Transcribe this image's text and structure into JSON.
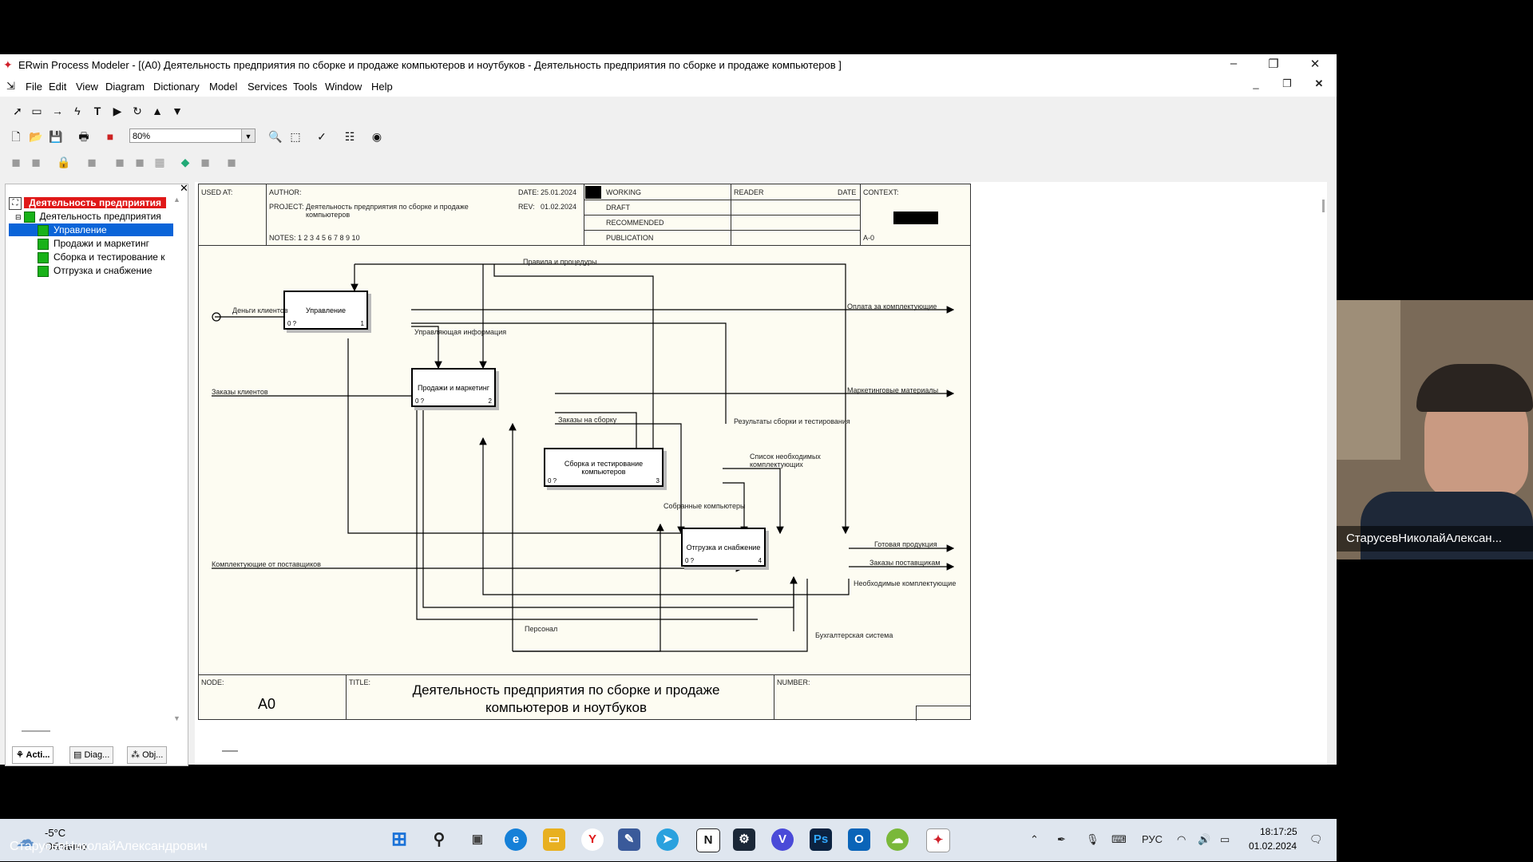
{
  "window": {
    "title": "ERwin Process Modeler - [(A0) Деятельность предприятия по сборке и продаже компьютеров и ноутбуков - Деятельность предприятия по сборке и продаже компьютеров ]"
  },
  "menu": [
    "File",
    "Edit",
    "View",
    "Diagram",
    "Dictionary",
    "Model",
    "Services",
    "Tools",
    "Window",
    "Help"
  ],
  "toolbar": {
    "zoom_value": "80%"
  },
  "tree": {
    "root": "Деятельность предприятия",
    "child": "Деятельность предприятия",
    "items": [
      "Управление",
      "Продажи и маркетинг",
      "Сборка и тестирование к",
      "Отгрузка и снабжение"
    ]
  },
  "panel_tabs": [
    "Acti...",
    "Diag...",
    "Obj..."
  ],
  "header": {
    "used_at": "USED AT:",
    "author": "AUTHOR:",
    "project_label": "PROJECT:",
    "project_value": "Деятельность предприятия по сборке и продаже компьютеров",
    "notes": "NOTES:  1  2  3  4  5  6  7  8  9  10",
    "date_label": "DATE:",
    "date_value": "25.01.2024",
    "rev_label": "REV:",
    "rev_value": "01.02.2024",
    "working": "WORKING",
    "draft": "DRAFT",
    "recommended": "RECOMMENDED",
    "publication": "PUBLICATION",
    "reader": "READER",
    "date2": "DATE",
    "context": "CONTEXT:",
    "context_node": "A-0"
  },
  "boxes": [
    {
      "label": "Управление",
      "cost": "0 ?",
      "num": "1"
    },
    {
      "label": "Продажи и маркетинг",
      "cost": "0 ?",
      "num": "2"
    },
    {
      "label": "Сборка и тестирование компьютеров",
      "cost": "0 ?",
      "num": "3"
    },
    {
      "label": "Отгрузка и снабжение",
      "cost": "0 ?",
      "num": "4"
    }
  ],
  "arrows": {
    "rules": "Правила и процедуры",
    "client_money": "Деньги клиентов",
    "pay_parts": "Оплата за комплектующие",
    "mgmt_info": "Управляющая информация",
    "client_orders": "Заказы клиентов",
    "marketing": "Маркетинговые материалы",
    "assembly_orders": "Заказы на сборку",
    "test_results": "Результаты сборки и тестирования",
    "needed_list": "Список необходимых комплектующих",
    "assembled": "Собранные компьютеры",
    "finished": "Готовая продукция",
    "supplier_orders": "Заказы поставщикам",
    "needed_parts": "Необходимые комплектующие",
    "parts_from_suppliers": "Комплектующие от поставщиков",
    "personnel": "Персонал",
    "accounting": "Бухгалтерская система"
  },
  "footer": {
    "node_label": "NODE:",
    "node_value": "A0",
    "title_label": "TITLE:",
    "title_value": "Деятельность предприятия по сборке и продаже компьютеров и ноутбуков",
    "number_label": "NUMBER:"
  },
  "taskbar": {
    "weather_temp": "-5°C",
    "weather_desc": "Облачно",
    "lang": "РУС",
    "time": "18:17:25",
    "date": "01.02.2024"
  },
  "video": {
    "participant_name": "СтарусевНиколайАлексан..."
  },
  "caption": "СтарусевНиколайАлександрович"
}
